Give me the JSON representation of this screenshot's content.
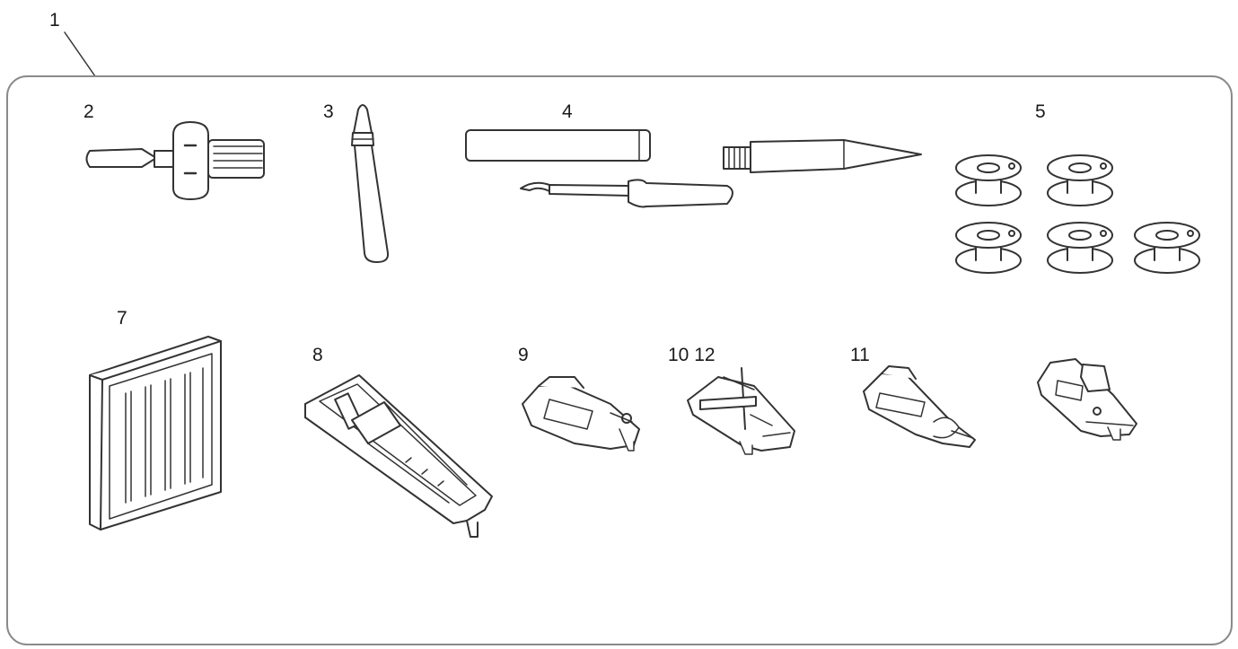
{
  "callouts": {
    "kit": "1",
    "screwdriver": "2",
    "spool_pin_cap": "3",
    "seam_ripper_set": "4",
    "bobbins": "5",
    "needles": "7",
    "foot_8": "8",
    "foot_9": "9",
    "foot_10_12": "10 12",
    "foot_11": "11"
  },
  "colors": {
    "line": "#333333",
    "panel_border": "#8a8a8a",
    "fill": "#ffffff"
  }
}
